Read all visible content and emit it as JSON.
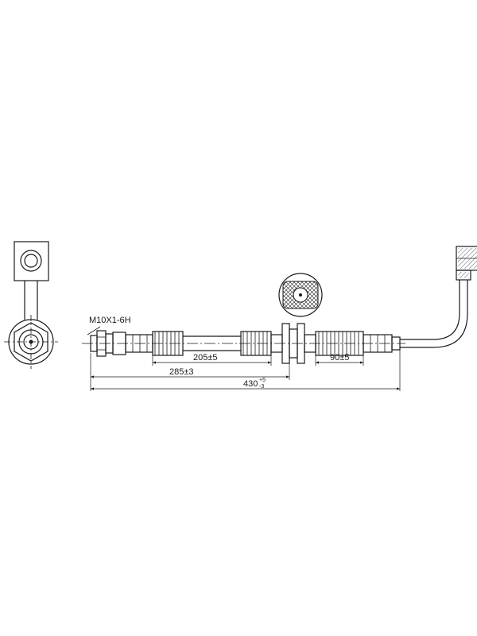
{
  "labels": {
    "thread": "M10X1-6H",
    "dim_205": "205±5",
    "dim_90": "90±5",
    "dim_285": "285±3",
    "dim_430": "430",
    "dim_430_upper": "+5",
    "dim_430_lower": "-3"
  },
  "colors": {
    "line": "#1a1a1a",
    "background": "#ffffff"
  }
}
